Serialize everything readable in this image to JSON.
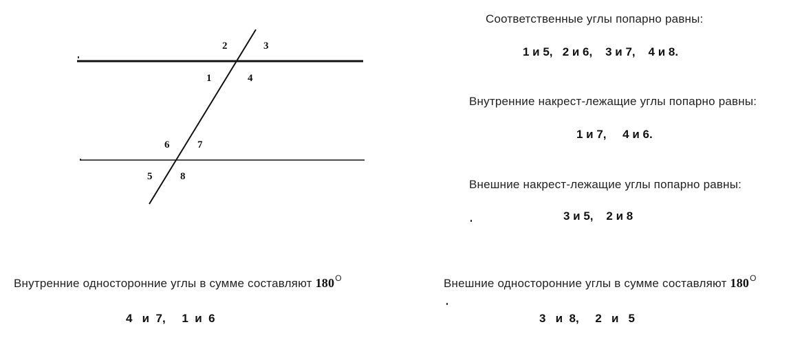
{
  "diagram": {
    "angle_labels": [
      "1",
      "2",
      "3",
      "4",
      "5",
      "6",
      "7",
      "8"
    ]
  },
  "corresponding": {
    "heading": "Соответственные углы попарно равны:",
    "pairs": "1 и 5,   2 и 6,    3 и 7,    4 и 8."
  },
  "alternate_interior": {
    "heading": "Внутренние накрест-лежащие углы попарно равны:",
    "pairs": "1 и 7,     4 и 6."
  },
  "alternate_exterior": {
    "heading": "Внешние накрест-лежащие углы попарно равны:",
    "pairs": "3 и 5,    2 и 8"
  },
  "interior_same_side": {
    "heading": "Внутренние односторонние углы в сумме составляют",
    "sum": "180",
    "degree": "O",
    "pairs": "4   и  7,     1  и  6"
  },
  "exterior_same_side": {
    "heading": "Внешние односторонние углы в сумме составляют",
    "sum": "180",
    "degree": "O",
    "pairs": "3   и  8,     2   и   5"
  }
}
